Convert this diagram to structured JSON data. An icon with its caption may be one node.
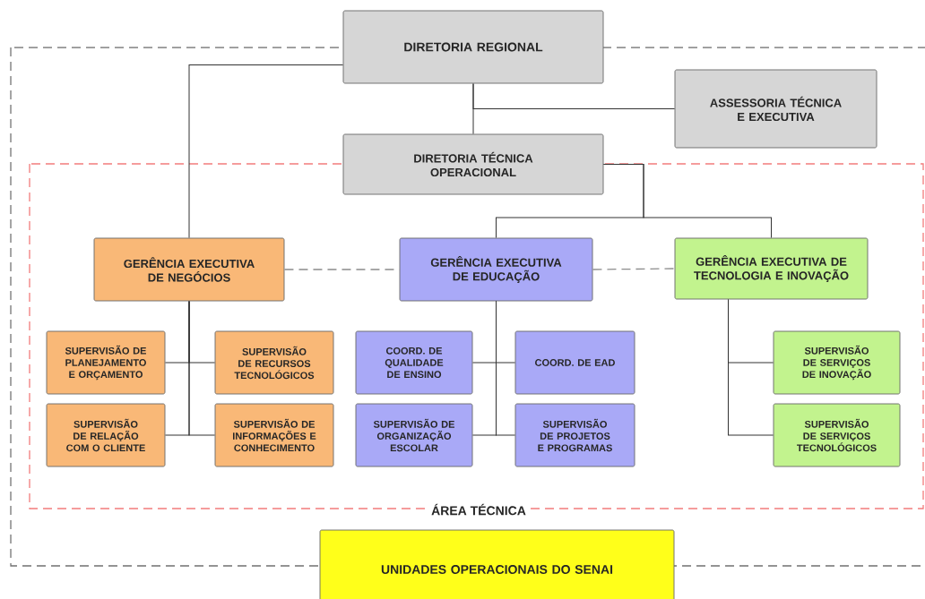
{
  "diagram": {
    "nodes": [
      {
        "text": [
          "DIRETORIA REGIONAL"
        ]
      },
      {
        "text": [
          "ASSESSORIA TÉCNICA E EXECUTIVA"
        ]
      },
      {
        "text": [
          "DIRETORIA TÉCNICA OPERACIONAL"
        ]
      },
      {
        "text": [
          "GERÊNCIA EXECUTIVA DE NEGÓCIOS"
        ]
      },
      {
        "text": [
          "GERÊNCIA EXECUTIVA DE EDUCAÇÃO"
        ]
      },
      {
        "text": [
          "GERÊNCIA EXECUTIVA DE TECNOLOGIA E INOVAÇÃO"
        ]
      },
      {
        "text": [
          "SUPERVISÃO DE PLANEJAMENTO E ORÇAMENTO"
        ]
      },
      {
        "text": [
          "SUPERVISÃO DE RECURSOS TECNOLÓGICOS"
        ]
      },
      {
        "text": [
          "SUPERVISÃO DE RELAÇÃO COM O CLIENTE"
        ]
      },
      {
        "text": [
          "SUPERVISÃO DE INFORMAÇÕES E CONHECIMENTO"
        ]
      },
      {
        "text": [
          "COORD. DE QUALIDADE DE ENSINO"
        ]
      },
      {
        "text": [
          "COORD. DE EAD"
        ]
      },
      {
        "text": [
          "SUPERVISÃO DE ORGANIZAÇÃO ESCOLAR"
        ]
      },
      {
        "text": [
          "SUPERVISÃO DE PROJETOS E PROGRAMAS"
        ]
      },
      {
        "text": [
          "SUPERVISÃO DE SERVIÇOS DE INOVAÇÃO"
        ]
      },
      {
        "text": [
          "SUPERVISÃO DE SERVIÇOS TECNOLÓGICOS"
        ]
      },
      {
        "text": [
          "UNIDADES OPERACIONAIS DO SENAI"
        ]
      }
    ],
    "edges": [
      {
        "from": 0,
        "to": 1,
        "arrow": "none"
      },
      {
        "from": 0,
        "to": 2,
        "arrow": "none"
      },
      {
        "from": 0,
        "to": 3,
        "arrow": "none"
      },
      {
        "from": 2,
        "to": 4,
        "arrow": "none"
      },
      {
        "from": 2,
        "to": 5,
        "arrow": "none"
      },
      {
        "from": 3,
        "to": 6,
        "arrow": "none"
      },
      {
        "from": 3,
        "to": 7,
        "arrow": "none"
      },
      {
        "from": 3,
        "to": 8,
        "arrow": "none"
      },
      {
        "from": 3,
        "to": 9,
        "arrow": "none"
      },
      {
        "from": 4,
        "to": 10,
        "arrow": "none"
      },
      {
        "from": 4,
        "to": 11,
        "arrow": "none"
      },
      {
        "from": 4,
        "to": 12,
        "arrow": "none"
      },
      {
        "from": 4,
        "to": 13,
        "arrow": "none"
      },
      {
        "from": 5,
        "to": 14,
        "arrow": "none"
      },
      {
        "from": 5,
        "to": 15,
        "arrow": "none"
      },
      {
        "from": 3,
        "to": 4,
        "arrow": "none",
        "style": "dashed",
        "color": "#8c8c8c"
      },
      {
        "from": 4,
        "to": 5,
        "arrow": "none",
        "style": "dashed",
        "color": "#8c8c8c"
      }
    ],
    "labels": [
      "ÁREA TÉCNICA"
    ]
  }
}
